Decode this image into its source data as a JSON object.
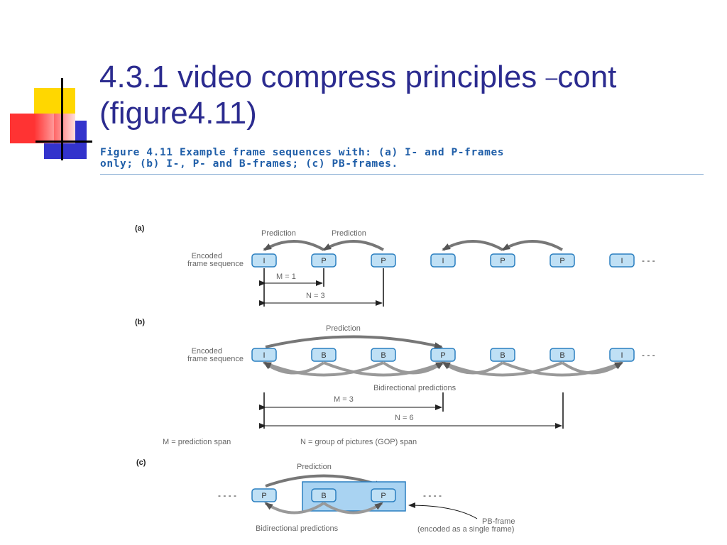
{
  "slide": {
    "title_main": "4.3.1 video compress principles ",
    "title_dash": "–",
    "title_cont": "cont",
    "title_line2": "(figure4.11)"
  },
  "figure": {
    "caption_line1": "Figure 4.11  Example frame sequences with: (a) I- and P-frames",
    "caption_line2": "only; (b) I-, P- and B-frames; (c) PB-frames.",
    "panel_a": {
      "tag": "(a)",
      "prediction_label_1": "Prediction",
      "prediction_label_2": "Prediction",
      "row_label_1": "Encoded",
      "row_label_2": "frame sequence",
      "frames": [
        "I",
        "P",
        "P",
        "I",
        "P",
        "P",
        "I"
      ],
      "continuation": "- - -",
      "m_label": "M = 1",
      "n_label": "N = 3"
    },
    "panel_b": {
      "tag": "(b)",
      "prediction_label": "Prediction",
      "row_label_1": "Encoded",
      "row_label_2": "frame sequence",
      "frames": [
        "I",
        "B",
        "B",
        "P",
        "B",
        "B",
        "I"
      ],
      "continuation": "- - -",
      "bidirectional_label": "Bidirectional predictions",
      "m_label": "M = 3",
      "n_label": "N = 6",
      "legend_m": "M = prediction span",
      "legend_n": "N = group of pictures (GOP) span"
    },
    "panel_c": {
      "tag": "(c)",
      "prediction_label": "Prediction",
      "frames": [
        "P",
        "B",
        "P"
      ],
      "continuation_left": "- - - -",
      "continuation_right": "- - - -",
      "bidirectional_label": "Bidirectional predictions",
      "pb_label_1": "PB-frame",
      "pb_label_2": "(encoded as a single frame)"
    }
  },
  "colors": {
    "title": "#2b2b8f",
    "caption": "#1f5ea8",
    "frame_fill": "#bfe0f5",
    "frame_stroke": "#2a7fc0",
    "pb_box_fill": "#a9d3f2",
    "arrow_gray": "#8a8a8a",
    "deco_yellow": "#ffd700",
    "deco_blue": "#3333cc",
    "deco_red": "#ff3333"
  }
}
